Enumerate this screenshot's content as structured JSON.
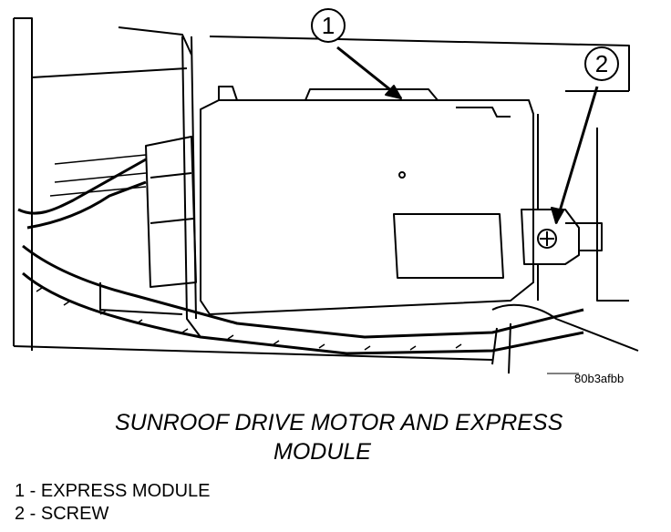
{
  "figure": {
    "callouts": [
      {
        "number": "1"
      },
      {
        "number": "2"
      }
    ],
    "reference_code": "80b3afbb"
  },
  "caption": {
    "line1": "SUNROOF DRIVE MOTOR AND EXPRESS",
    "line2": "MODULE"
  },
  "legend": [
    {
      "text": "1 - EXPRESS MODULE"
    },
    {
      "text": "2 - SCREW"
    }
  ]
}
